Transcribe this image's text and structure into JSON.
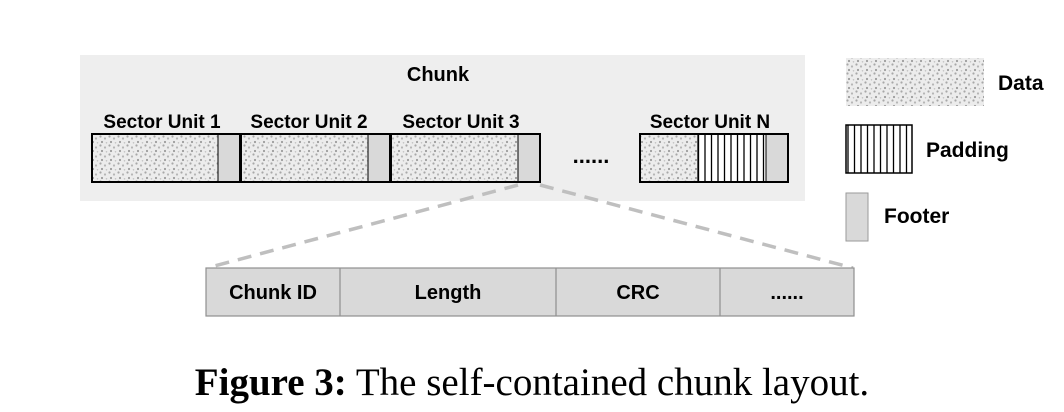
{
  "diagram": {
    "chunk_title": "Chunk",
    "sector_units": [
      "Sector Unit 1",
      "Sector Unit 2",
      "Sector Unit 3",
      "Sector Unit N"
    ],
    "ellipsis": "......",
    "footer_fields": [
      "Chunk ID",
      "Length",
      "CRC",
      "......"
    ],
    "legend": {
      "data": "Data",
      "padding": "Padding",
      "footer": "Footer"
    }
  },
  "caption": {
    "label": "Figure 3:",
    "text": " The self-contained chunk layout."
  },
  "colors": {
    "chunk_background": "#eeeeee",
    "footer_fill": "#d9d9d9",
    "data_dots": "#b3b3b3",
    "dashed_line": "#bfbfbf"
  }
}
